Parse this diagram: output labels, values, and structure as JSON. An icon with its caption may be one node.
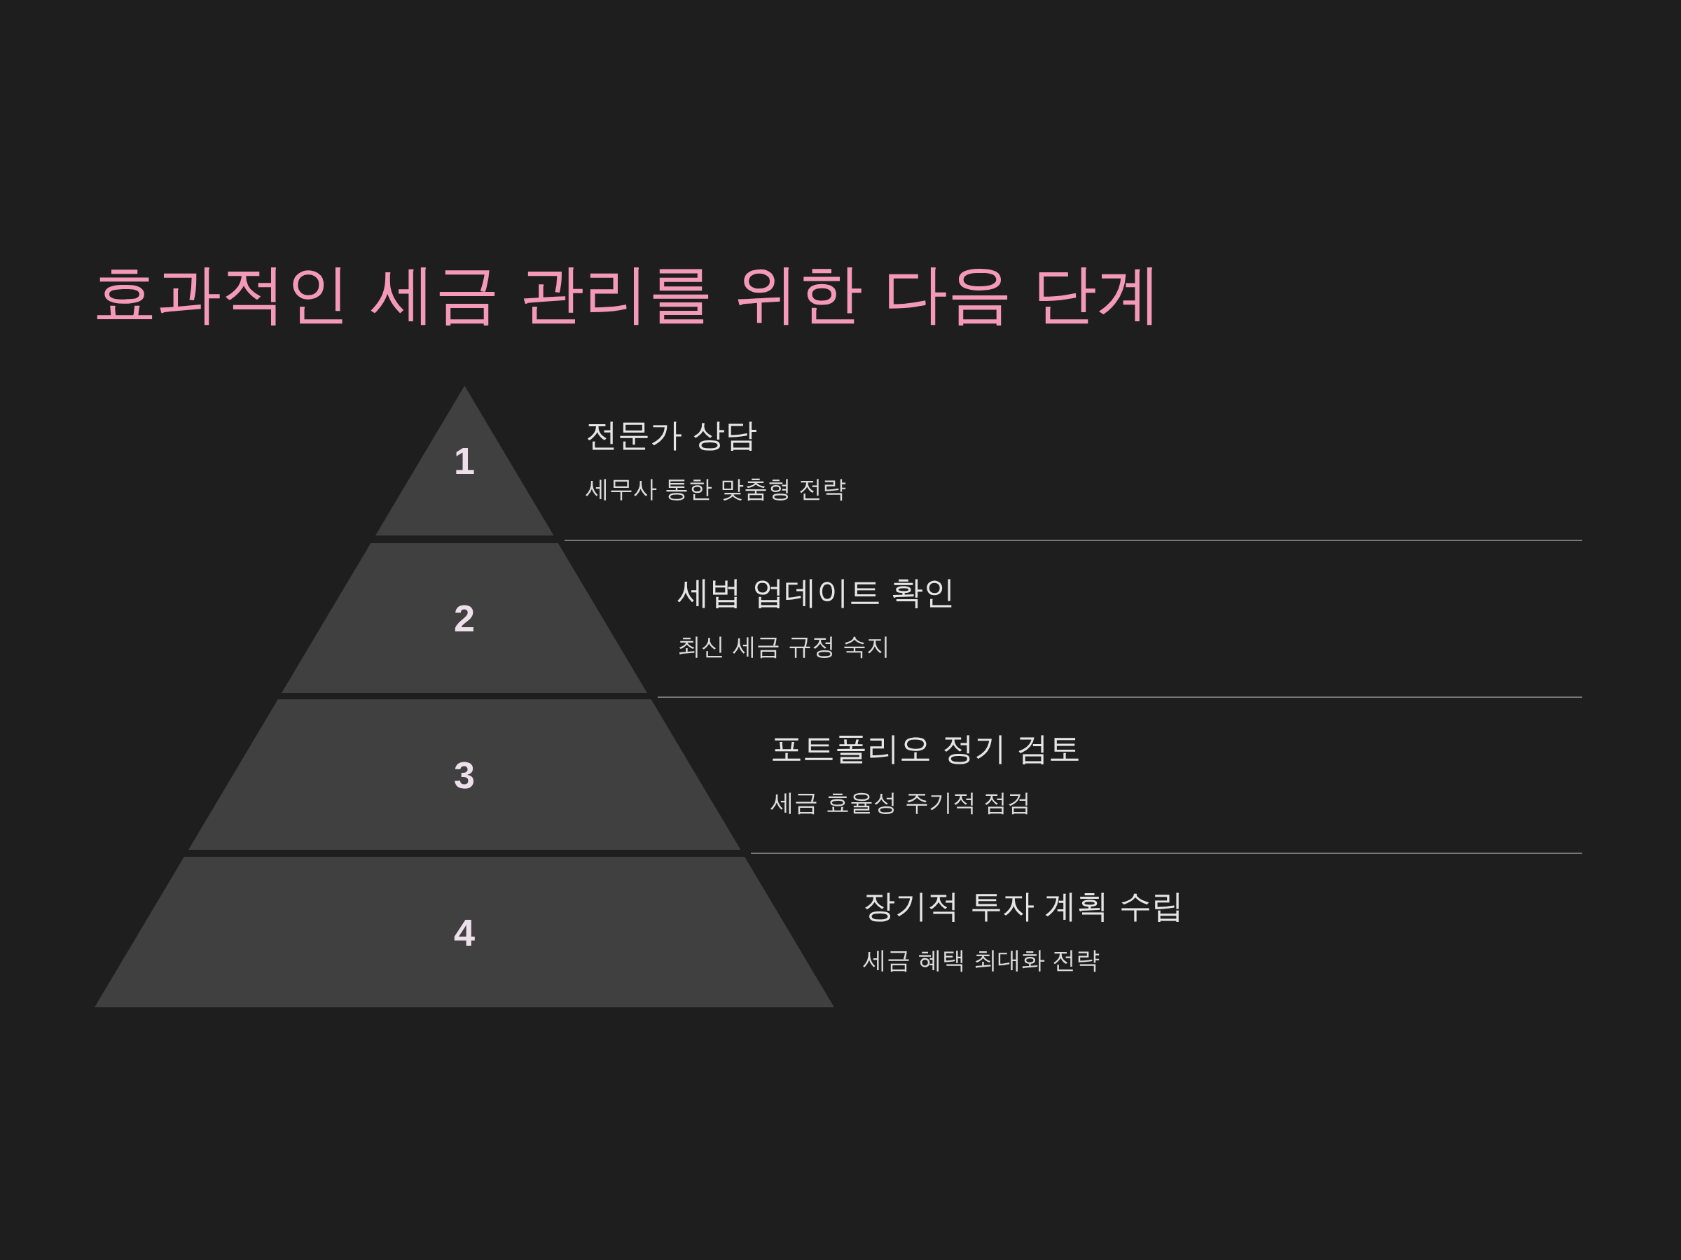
{
  "diagram": {
    "title": "효과적인 세금 관리를 위한 다음 단계",
    "nodes": [
      {
        "text": [
          "1"
        ],
        "beside": [
          "전문가 상담",
          "세무사 통한 맞춤형 전략"
        ]
      },
      {
        "text": [
          "2"
        ],
        "beside": [
          "세법 업데이트 확인",
          "최신 세금 규정 숙지"
        ]
      },
      {
        "text": [
          "3"
        ],
        "beside": [
          "포트폴리오 정기 검토",
          "세금 효율성 주기적 점검"
        ]
      },
      {
        "text": [
          "4"
        ],
        "beside": [
          "장기적 투자 계획 수립",
          "세금 혜택 최대화 전략"
        ]
      }
    ],
    "edges": []
  }
}
